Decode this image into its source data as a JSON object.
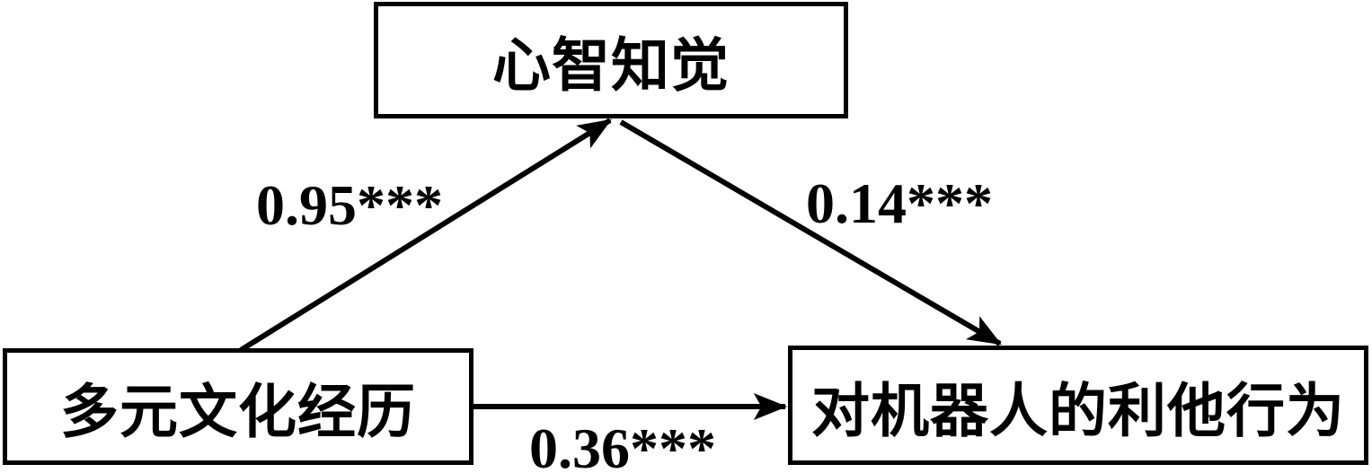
{
  "diagram": {
    "title": "mediation-path-model",
    "nodes": {
      "mediator": {
        "label": "心智知觉",
        "role": "mediator"
      },
      "predictor": {
        "label": "多元文化经历",
        "role": "independent-variable"
      },
      "outcome": {
        "label": "对机器人的利他行为",
        "role": "dependent-variable"
      }
    },
    "paths": {
      "a": {
        "from": "predictor",
        "to": "mediator",
        "coefficient": "0.95***"
      },
      "b": {
        "from": "mediator",
        "to": "outcome",
        "coefficient": "0.14***"
      },
      "c": {
        "from": "predictor",
        "to": "outcome",
        "coefficient": "0.36***"
      }
    },
    "colors": {
      "line": "#000000",
      "box_border": "#000000",
      "text": "#000000",
      "background": "#ffffff"
    }
  }
}
